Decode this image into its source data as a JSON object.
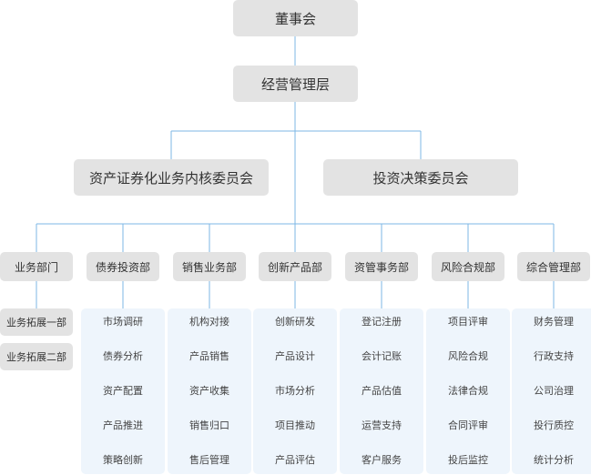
{
  "root": "董事会",
  "management": "经营管理层",
  "committees": [
    "资产证券化业务内核委员会",
    "投资决策委员会"
  ],
  "departments": [
    {
      "name": "业务部门",
      "items": [
        "业务拓展一部",
        "业务拓展二部"
      ]
    },
    {
      "name": "债券投资部",
      "items": [
        "市场调研",
        "债券分析",
        "资产配置",
        "产品推进",
        "策略创新"
      ]
    },
    {
      "name": "销售业务部",
      "items": [
        "机构对接",
        "产品销售",
        "资产收集",
        "销售归口",
        "售后管理"
      ]
    },
    {
      "name": "创新产品部",
      "items": [
        "创新研发",
        "产品设计",
        "市场分析",
        "项目推动",
        "产品评估"
      ]
    },
    {
      "name": "资管事务部",
      "items": [
        "登记注册",
        "会计记账",
        "产品估值",
        "运营支持",
        "客户服务"
      ]
    },
    {
      "name": "风险合规部",
      "items": [
        "项目评审",
        "风险合规",
        "法律合规",
        "合同评审",
        "投后监控"
      ]
    },
    {
      "name": "综合管理部",
      "items": [
        "财务管理",
        "行政支持",
        "公司治理",
        "投行质控",
        "统计分析"
      ]
    }
  ],
  "colors": {
    "connector": "#7cb7e6",
    "box": "#e3e3e3",
    "column": "#eef5fc",
    "text": "#333333"
  }
}
